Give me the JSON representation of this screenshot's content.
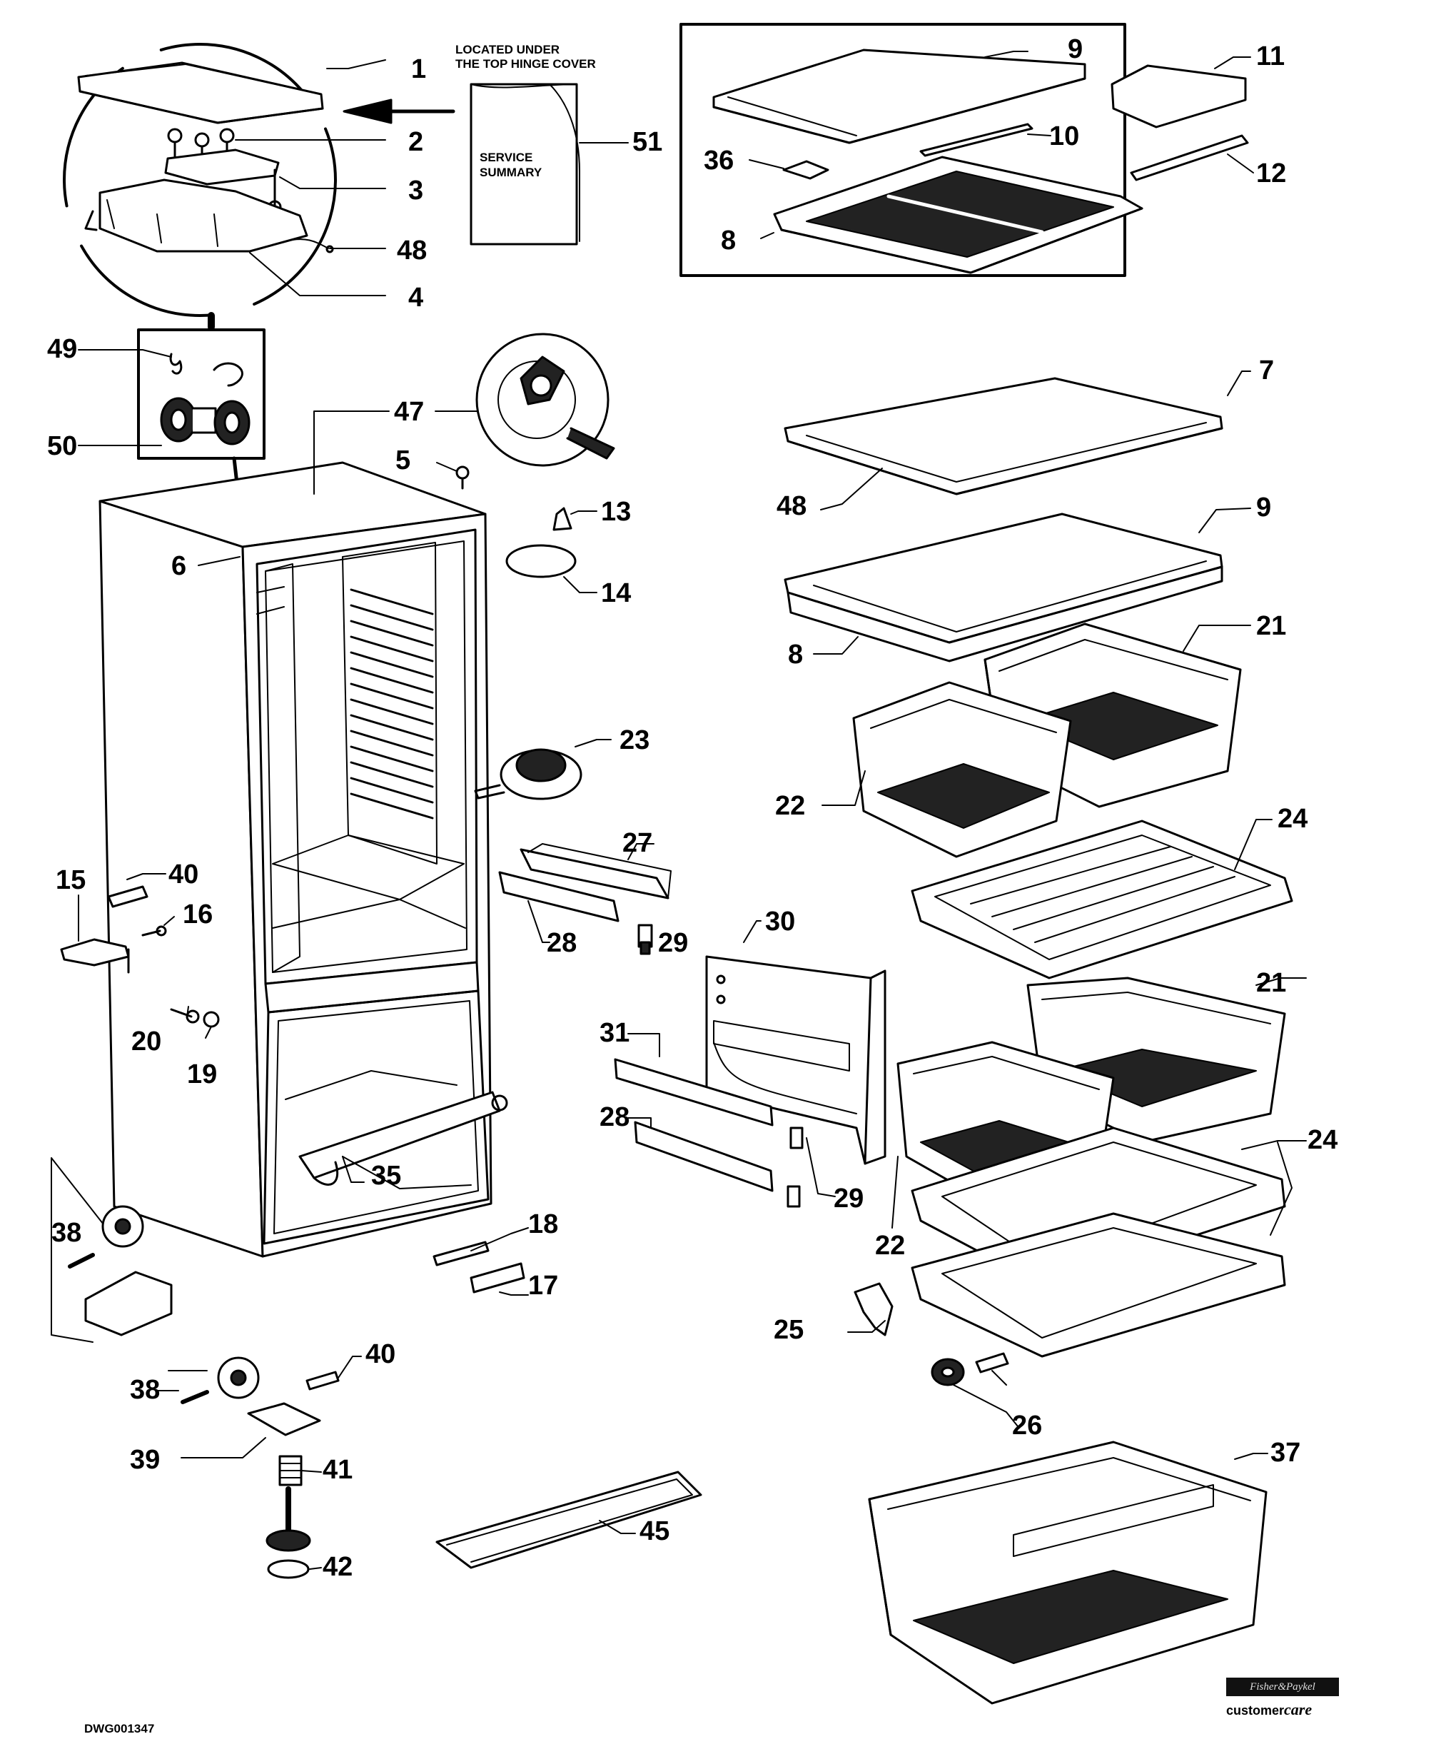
{
  "header_note": "LOCATED UNDER\nTHE TOP HINGE COVER",
  "service_sheet": "SERVICE\nSUMMARY",
  "drawing_number": "DWG001347",
  "logo": {
    "brand": "Fisher&Paykel",
    "tagline_prefix": "customer",
    "tagline_script": "care"
  },
  "callouts": {
    "c1": "1",
    "c2": "2",
    "c3": "3",
    "c4": "4",
    "c48a": "48",
    "c51": "51",
    "c9a": "9",
    "c10": "10",
    "c11": "11",
    "c12": "12",
    "c36": "36",
    "c8a": "8",
    "c49": "49",
    "c50": "50",
    "c47": "47",
    "c5": "5",
    "c6": "6",
    "c13": "13",
    "c14": "14",
    "c7": "7",
    "c48b": "48",
    "c9b": "9",
    "c8b": "8",
    "c21a": "21",
    "c22a": "22",
    "c23": "23",
    "c27": "27",
    "c28a": "28",
    "c29a": "29",
    "c30": "30",
    "c24a": "24",
    "c15": "15",
    "c40a": "40",
    "c16": "16",
    "c20": "20",
    "c19": "19",
    "c31": "31",
    "c28b": "28",
    "c29b": "29",
    "c35": "35",
    "c21b": "21",
    "c24b": "24",
    "c22b": "22",
    "c38a": "38",
    "c18": "18",
    "c17": "17",
    "c25": "25",
    "c26": "26",
    "c38b": "38",
    "c40b": "40",
    "c39": "39",
    "c41": "41",
    "c42": "42",
    "c45": "45",
    "c37": "37"
  }
}
